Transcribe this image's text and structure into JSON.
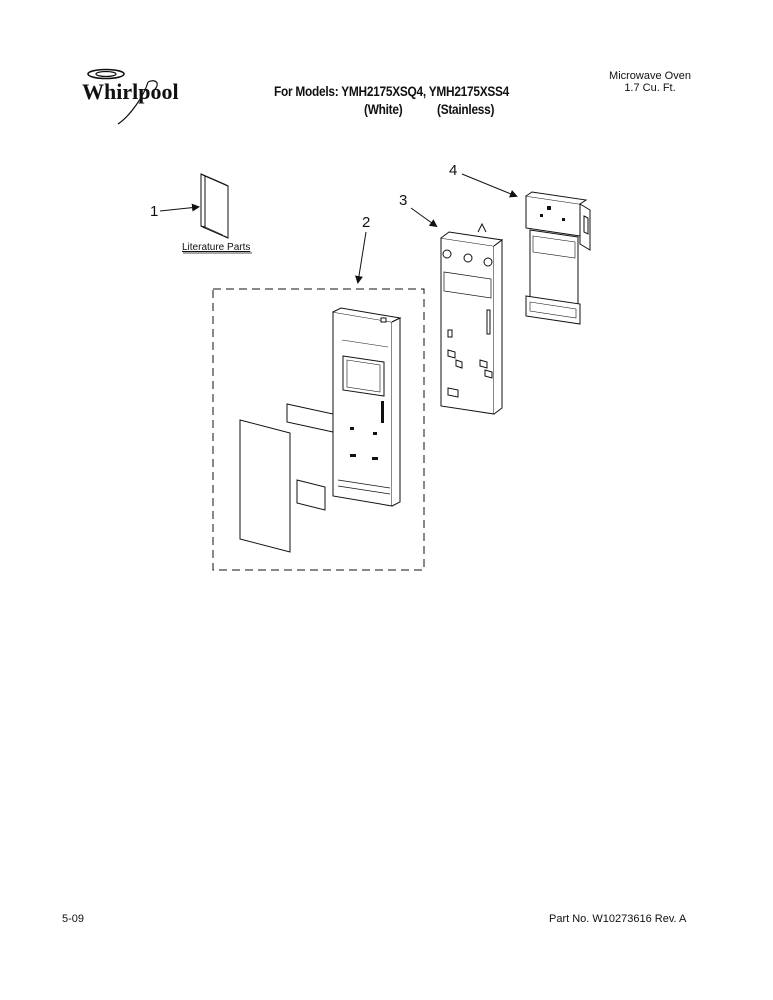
{
  "brand": "Whirlpool",
  "header": {
    "models": "For Models: YMH2175XSQ4, YMH2175XSS4",
    "variant_white": "(White)",
    "variant_stainless": "(Stainless)",
    "product_line1": "Microwave Oven",
    "product_line2": "1.7 Cu. Ft."
  },
  "parts": {
    "callout_1": "1",
    "callout_2": "2",
    "callout_3": "3",
    "callout_4": "4",
    "literature_label": "Literature Parts"
  },
  "footer": {
    "page": "5-09",
    "part_number": "Part No. W10273616 Rev. A"
  }
}
